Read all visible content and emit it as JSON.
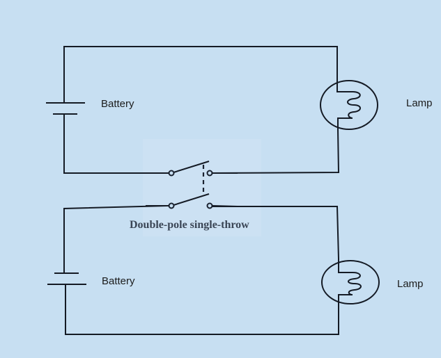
{
  "diagram": {
    "type": "circuit-schematic",
    "background_color": "#c7dff2",
    "line_color": "#141a24",
    "switch": {
      "label": "Double-pole single-throw",
      "poles": 2,
      "throws": 1,
      "state": "open"
    },
    "circuits": [
      {
        "id": "upper",
        "battery_label": "Battery",
        "lamp_label": "Lamp"
      },
      {
        "id": "lower",
        "battery_label": "Battery",
        "lamp_label": "Lamp"
      }
    ]
  }
}
